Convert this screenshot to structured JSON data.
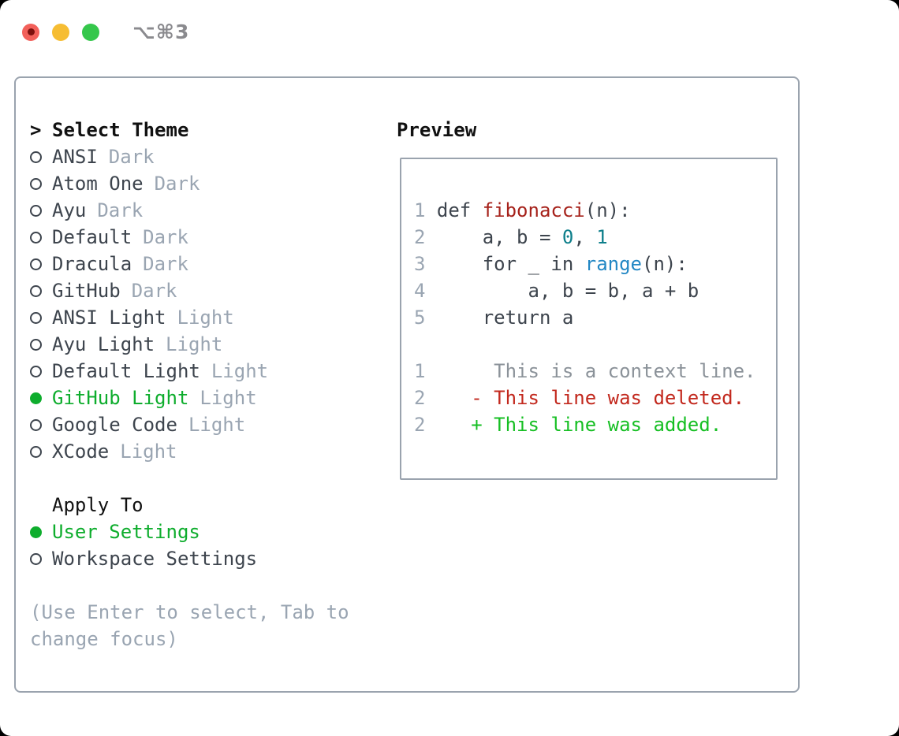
{
  "titlebar": {
    "shortcut_label": "⌥⌘3"
  },
  "theme_panel": {
    "header_prompt": ">",
    "header_label": "Select Theme",
    "themes": [
      {
        "name": "ANSI",
        "variant": "Dark",
        "selected": false
      },
      {
        "name": "Atom One",
        "variant": "Dark",
        "selected": false
      },
      {
        "name": "Ayu",
        "variant": "Dark",
        "selected": false
      },
      {
        "name": "Default",
        "variant": "Dark",
        "selected": false
      },
      {
        "name": "Dracula",
        "variant": "Dark",
        "selected": false
      },
      {
        "name": "GitHub",
        "variant": "Dark",
        "selected": false
      },
      {
        "name": "ANSI Light",
        "variant": "Light",
        "selected": false
      },
      {
        "name": "Ayu Light",
        "variant": "Light",
        "selected": false
      },
      {
        "name": "Default Light",
        "variant": "Light",
        "selected": false
      },
      {
        "name": "GitHub Light",
        "variant": "Light",
        "selected": true
      },
      {
        "name": "Google Code",
        "variant": "Light",
        "selected": false
      },
      {
        "name": "XCode",
        "variant": "Light",
        "selected": false
      }
    ],
    "apply_to": {
      "label": "Apply To",
      "options": [
        {
          "name": "User Settings",
          "selected": true
        },
        {
          "name": "Workspace Settings",
          "selected": false
        }
      ]
    },
    "help_lines": [
      "(Use Enter to select, Tab to",
      "change focus)"
    ]
  },
  "preview": {
    "label": "Preview",
    "lines": [
      {
        "num": "1",
        "segments": [
          {
            "text": "def ",
            "style": "code"
          },
          {
            "text": "fibonacci",
            "style": "func"
          },
          {
            "text": "(n):",
            "style": "code"
          }
        ]
      },
      {
        "num": "2",
        "segments": [
          {
            "text": "    a, b = ",
            "style": "code"
          },
          {
            "text": "0",
            "style": "num"
          },
          {
            "text": ", ",
            "style": "code"
          },
          {
            "text": "1",
            "style": "num"
          }
        ]
      },
      {
        "num": "3",
        "segments": [
          {
            "text": "    for _ in ",
            "style": "code"
          },
          {
            "text": "range",
            "style": "builtin"
          },
          {
            "text": "(n):",
            "style": "code"
          }
        ]
      },
      {
        "num": "4",
        "segments": [
          {
            "text": "        a, b = b, a + b",
            "style": "code"
          }
        ]
      },
      {
        "num": "5",
        "segments": [
          {
            "text": "    return a",
            "style": "code"
          }
        ]
      },
      {
        "num": "",
        "segments": []
      },
      {
        "num": "1",
        "segments": [
          {
            "text": "     This is a context line.",
            "style": "context"
          }
        ]
      },
      {
        "num": "2",
        "segments": [
          {
            "text": "   - This line was deleted.",
            "style": "deleted"
          }
        ]
      },
      {
        "num": "2",
        "segments": [
          {
            "text": "   + This line was added.",
            "style": "added"
          }
        ]
      }
    ]
  },
  "colors": {
    "border": "#9aa3ae",
    "dark": "#3d444d",
    "black": "#111111",
    "muted": "#9aa5b2",
    "green": "#0ead2d",
    "added": "#16bf23",
    "deleted": "#c2281d",
    "func": "#a6221b",
    "numlit": "#0e7f8b",
    "builtin": "#2287c4",
    "context": "#8b9299",
    "shortcut": "#8a8a8e",
    "traffic_red": "#f2605a",
    "traffic_yellow": "#f6bd33",
    "traffic_green": "#35c74b"
  }
}
